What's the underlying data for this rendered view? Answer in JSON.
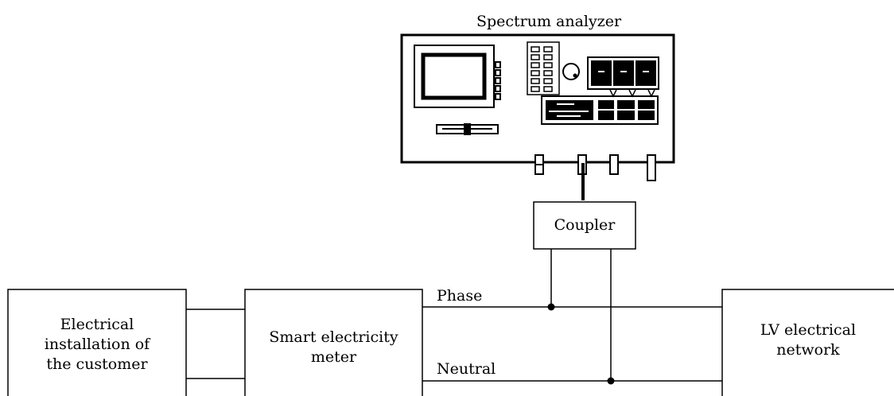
{
  "title": "Spectrum analyzer",
  "boxes": {
    "coupler": "Coupler",
    "customer": [
      "Electrical",
      "installation of",
      "the customer"
    ],
    "meter": [
      "Smart electricity",
      "meter"
    ],
    "network": [
      "LV electrical",
      "network"
    ]
  },
  "wires": {
    "phase": "Phase",
    "neutral": "Neutral"
  }
}
